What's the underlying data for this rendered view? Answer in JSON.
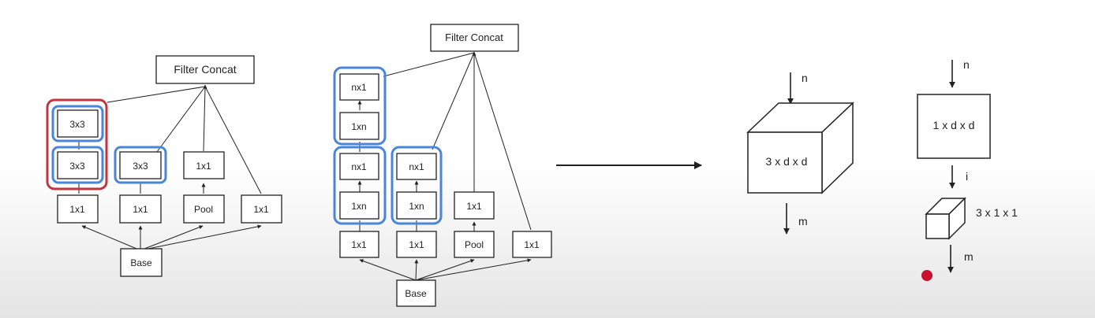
{
  "inception_a": {
    "concat_label": "Filter Concat",
    "base_label": "Base",
    "row1": [
      "1x1",
      "1x1",
      "Pool",
      "1x1"
    ],
    "row2": [
      "3x3",
      "3x3",
      "1x1"
    ],
    "top_label": "3x3"
  },
  "inception_b": {
    "concat_label": "Filter Concat",
    "base_label": "Base",
    "row1": [
      "1x1",
      "1x1",
      "Pool",
      "1x1"
    ],
    "row2": [
      "1xn",
      "1xn",
      "1x1"
    ],
    "row3": [
      "nx1",
      "nx1"
    ],
    "row4": "1xn",
    "row5": "nx1"
  },
  "conv_standard": {
    "in_label": "n",
    "kernel_label": "3 x d x d",
    "out_label": "m"
  },
  "conv_separable": {
    "in_label": "n",
    "depthwise_label": "1 x d x d",
    "mid_label": "i",
    "pointwise_label": "3 x 1 x 1",
    "out_label": "m"
  },
  "colors": {
    "highlight_blue": "#4a86d8",
    "highlight_red": "#c0353f",
    "cursor_dot": "#c8102e",
    "line": "#222222"
  }
}
